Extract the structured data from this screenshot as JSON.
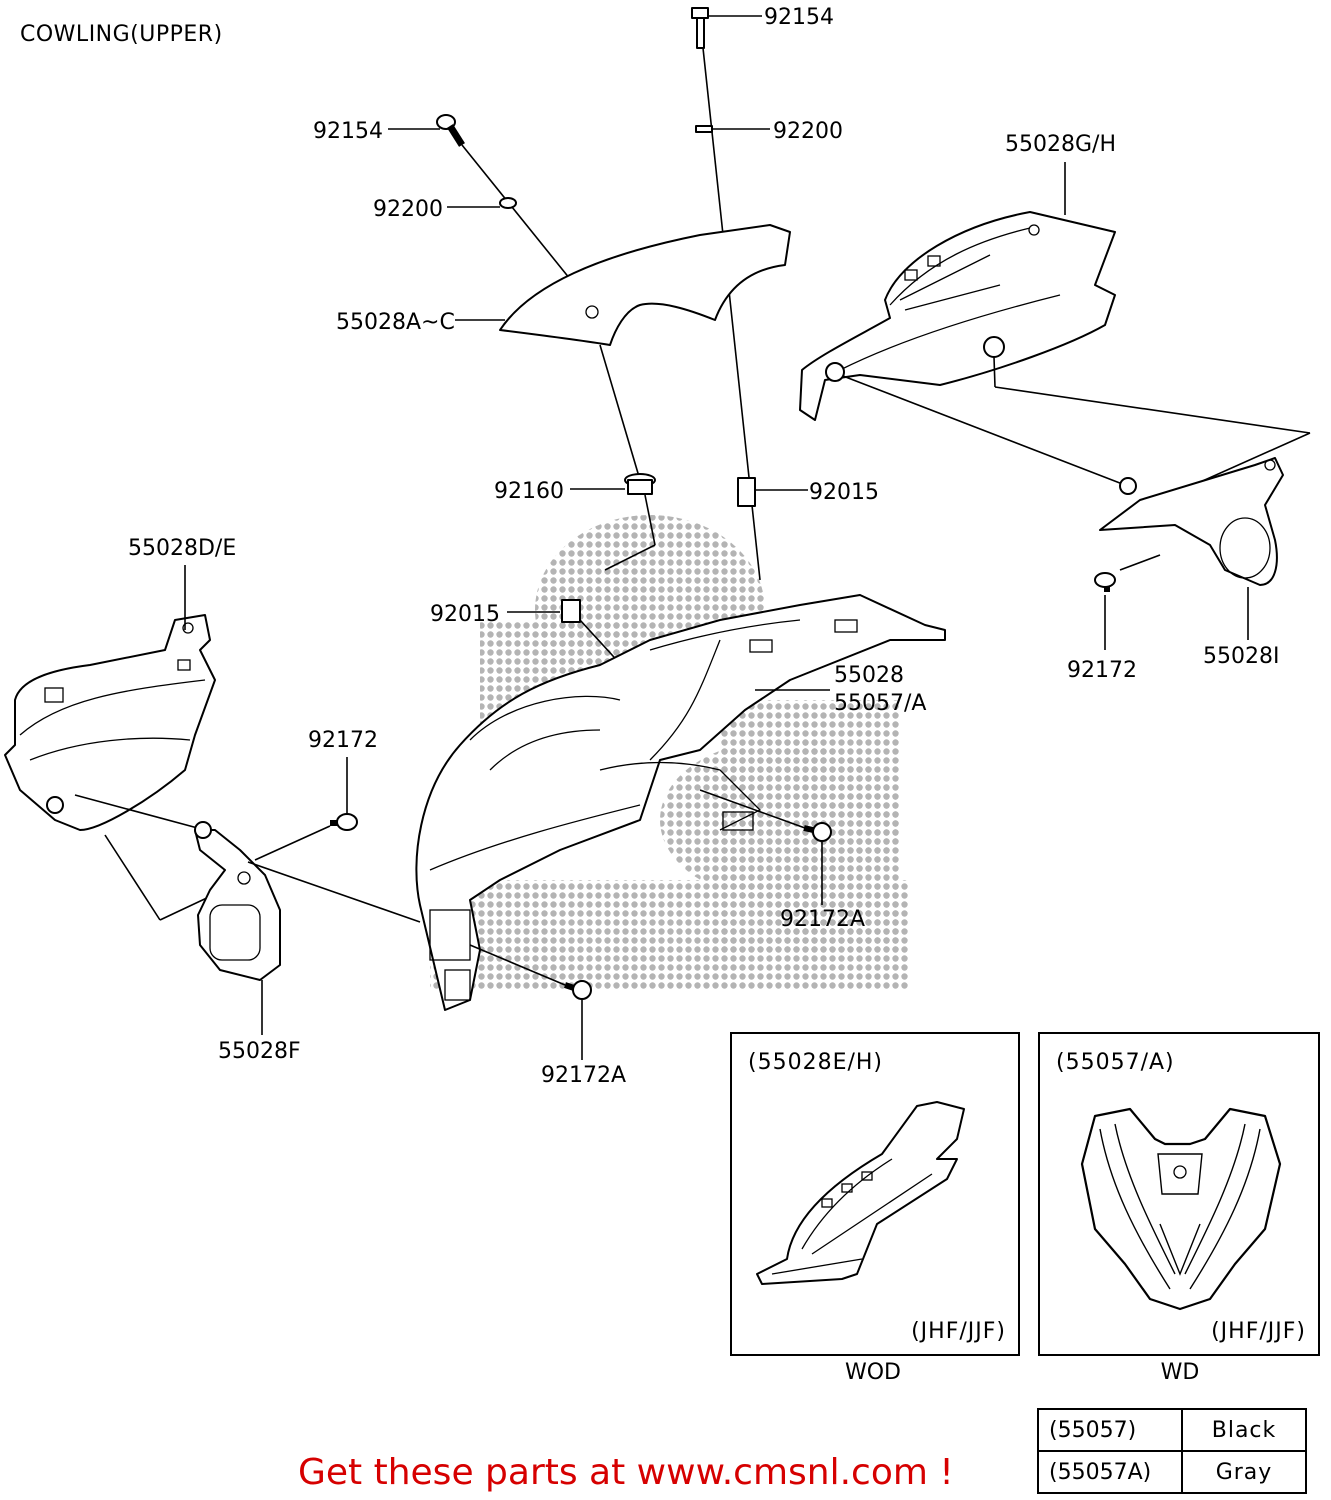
{
  "page_title": "COWLING(UPPER)",
  "callouts": {
    "c92154_top": "92154",
    "c92200_top": "92200",
    "c92154_left": "92154",
    "c92200_left": "92200",
    "c55028GH": "55028G/H",
    "c55028AC": "55028A~C",
    "c92160": "92160",
    "c92015_right": "92015",
    "c55028DE": "55028D/E",
    "c92015_mid": "92015",
    "c55028": "55028",
    "c55057A": "55057/A",
    "c92172_right": "92172",
    "c55028I": "55028I",
    "c92172_left": "92172",
    "c92172A_center": "92172A",
    "c92172A_bottom": "92172A",
    "c55028F": "55028F"
  },
  "insets": [
    {
      "title": "(55028E/H)",
      "note": "(JHF/JJF)",
      "caption": "WOD"
    },
    {
      "title": "(55057/A)",
      "note": "(JHF/JJF)",
      "caption": "WD"
    }
  ],
  "color_table": [
    {
      "code": "(55057)",
      "color": "Black"
    },
    {
      "code": "(55057A)",
      "color": "Gray"
    }
  ],
  "footer": "Get these parts at www.cmsnl.com !",
  "colors": {
    "footer_text": "#d60000",
    "watermark": "#8a8a8a",
    "line": "#000000"
  }
}
